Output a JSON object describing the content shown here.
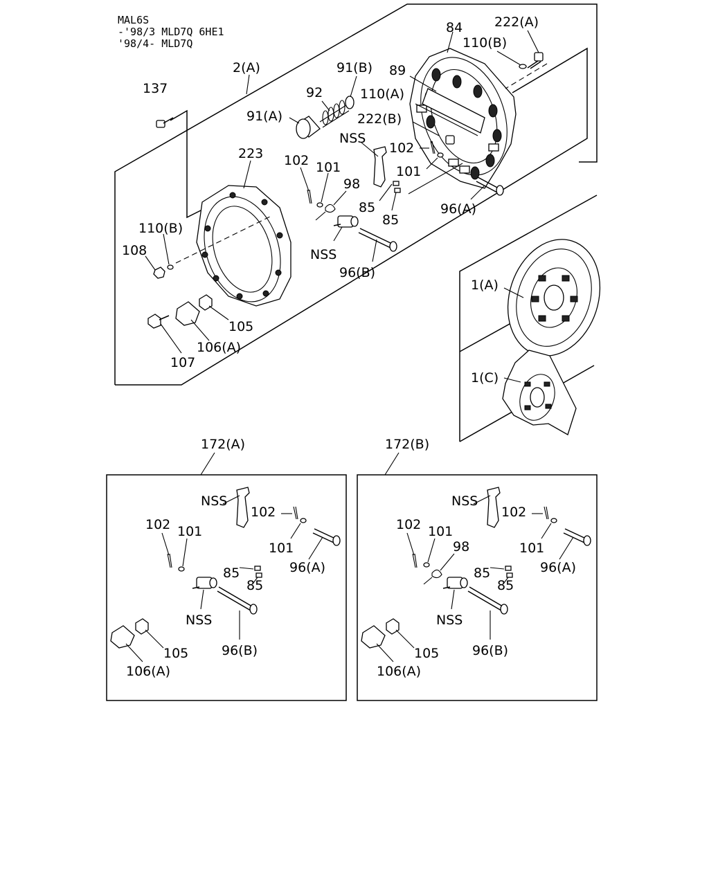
{
  "header": {
    "line1": "MAL6S",
    "line2": "-'98/3 MLD7Q 6HE1",
    "line3": "'98/4- MLD7Q"
  },
  "main": {
    "assembly_2a": "2(A)",
    "p137": "137",
    "p223": "223",
    "p92": "92",
    "p91b": "91(B)",
    "p91a": "91(A)",
    "p89": "89",
    "p84": "84",
    "p222a": "222(A)",
    "p110b_top": "110(B)",
    "p110a": "110(A)",
    "p222b": "222(B)",
    "nss_1": "NSS",
    "p102_right": "102",
    "p102_left": "102",
    "p101_left": "101",
    "p101_right": "101",
    "p98": "98",
    "p85_a": "85",
    "p85_b": "85",
    "p96a": "96(A)",
    "p110b_left": "110(B)",
    "p108": "108",
    "nss_2": "NSS",
    "p96b": "96(B)",
    "p105": "105",
    "p106a": "106(A)",
    "p107": "107",
    "p1a": "1(A)",
    "p1c": "1(C)"
  },
  "kit_a": {
    "title": "172(A)",
    "nss_top": "NSS",
    "p102_top": "102",
    "p102_left": "102",
    "p101_left": "101",
    "p101_right": "101",
    "p85_a": "85",
    "p85_b": "85",
    "p96a": "96(A)",
    "nss_bottom": "NSS",
    "p96b": "96(B)",
    "p105": "105",
    "p106a": "106(A)"
  },
  "kit_b": {
    "title": "172(B)",
    "nss_top": "NSS",
    "p102_top": "102",
    "p102_left": "102",
    "p101_left": "101",
    "p98": "98",
    "p101_right": "101",
    "p85_a": "85",
    "p85_b": "85",
    "p96a": "96(A)",
    "nss_bottom": "NSS",
    "p96b": "96(B)",
    "p105": "105",
    "p106a": "106(A)"
  }
}
